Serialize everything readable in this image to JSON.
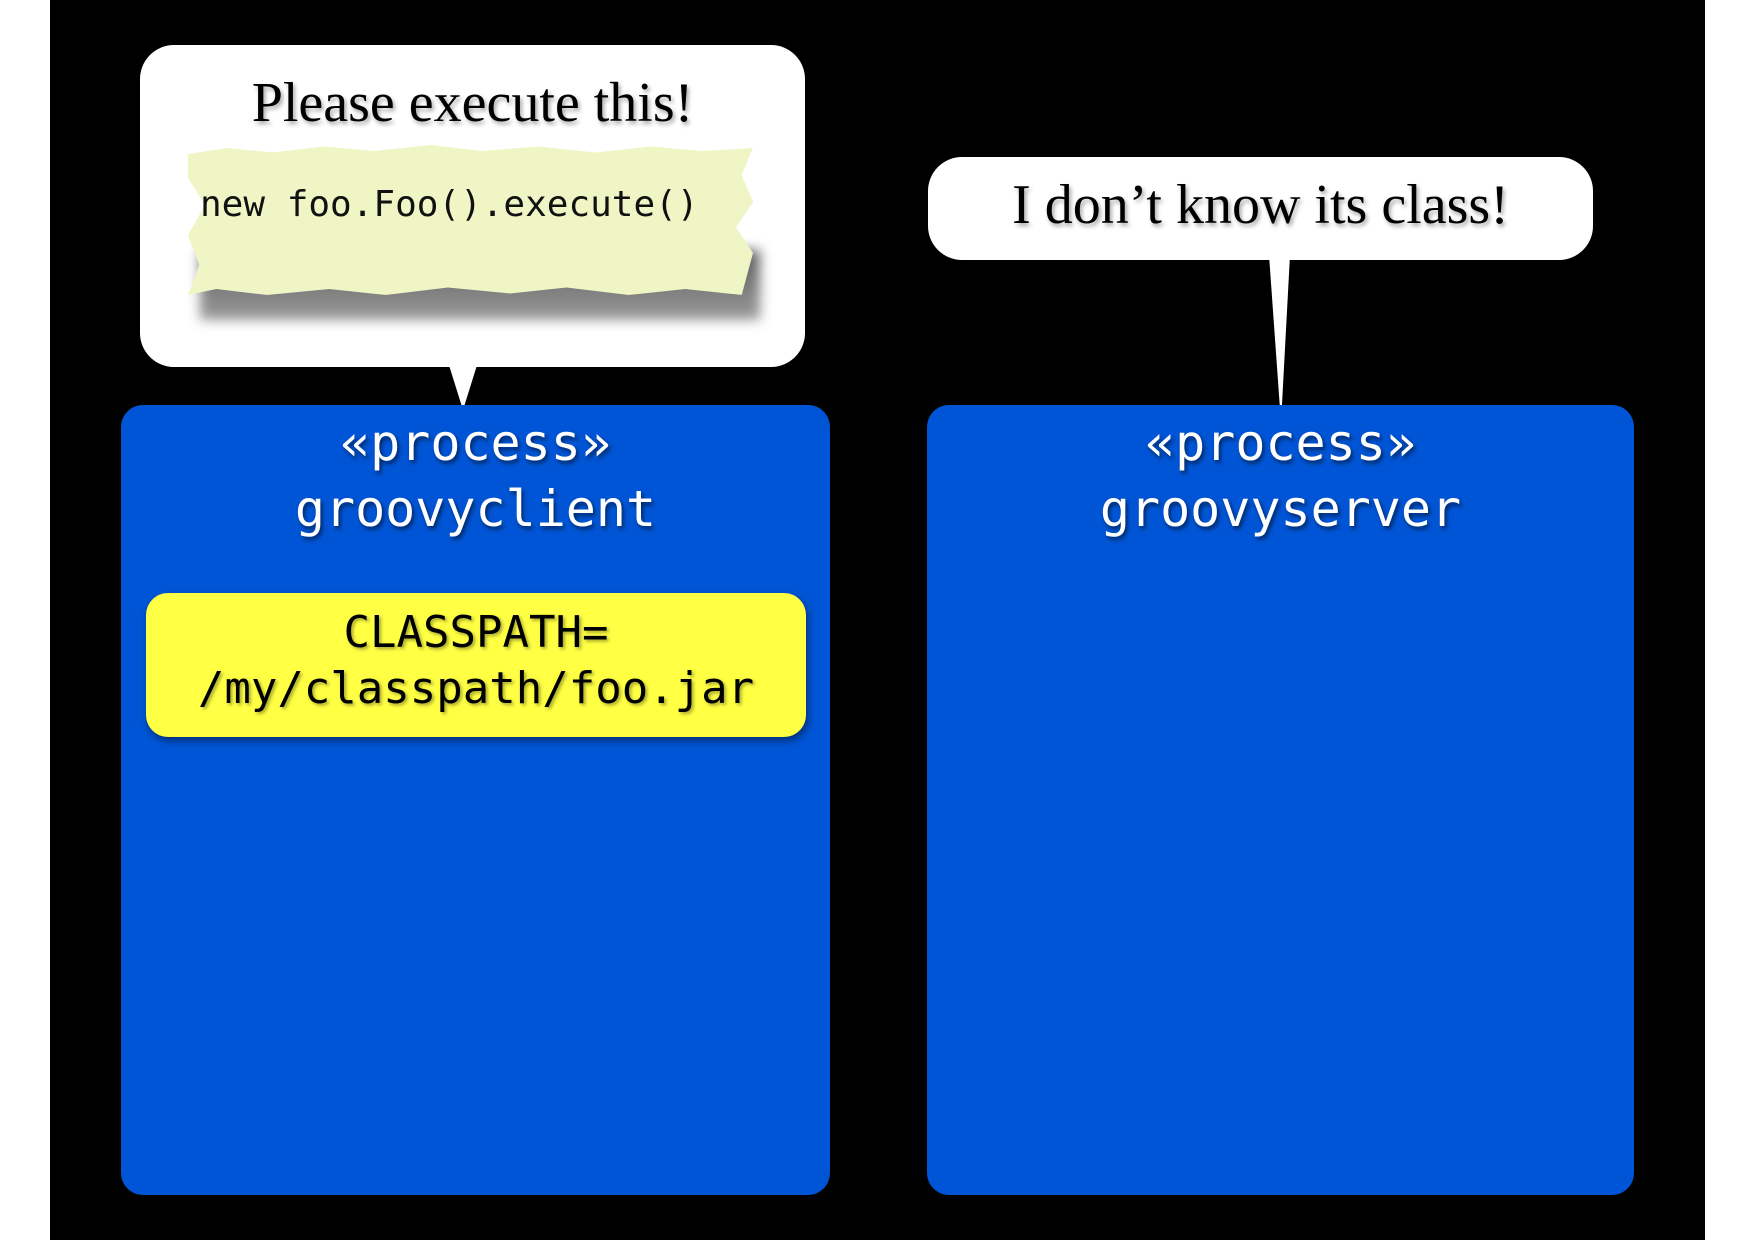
{
  "client": {
    "bubble_title": "Please execute this!",
    "code": "new foo.Foo().execute()",
    "stereotype": "«process»",
    "name": "groovyclient",
    "classpath_line1": "CLASSPATH=",
    "classpath_line2": "/my/classpath/foo.jar"
  },
  "server": {
    "bubble_title": "I don’t know its class!",
    "stereotype": "«process»",
    "name": "groovyserver"
  },
  "colors": {
    "background": "#000000",
    "process_box": "#0055d6",
    "classpath_box": "#ffff44",
    "bubble": "#ffffff",
    "code_note": "#f0f5c6"
  }
}
